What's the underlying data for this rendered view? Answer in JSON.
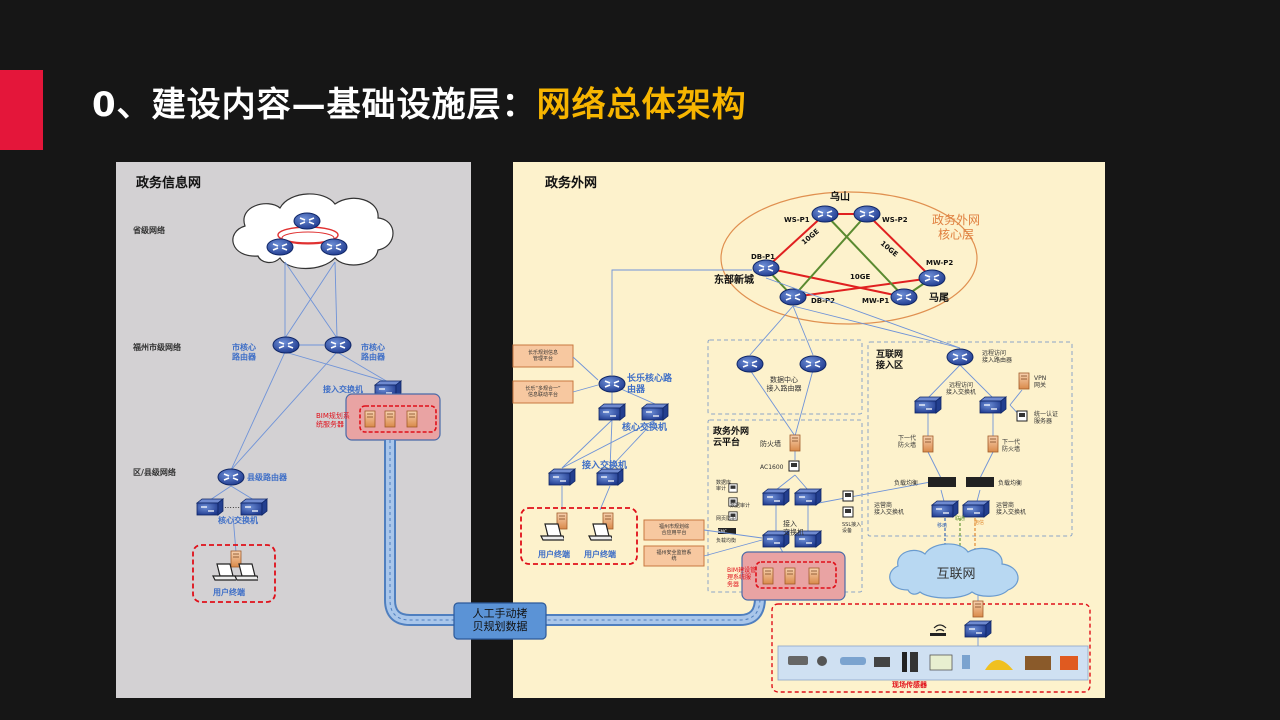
{
  "slide": {
    "title_prefix": "0、建设内容—基础设施层：",
    "title_highlight": "网络总体架构",
    "colors": {
      "accent": "#e4163a",
      "highlight": "#f7b500",
      "background": "#161616",
      "left_panel": "#d3d1d3",
      "right_panel": "#fdf2cc"
    }
  },
  "left": {
    "heading": "政务信息网",
    "level_provincial": "省级网络",
    "level_city": "福州市级网络",
    "level_district": "区/县级网络",
    "city_router_1": "市核心\n路由器",
    "city_router_2": "市核心\n路由器",
    "access_switch": "接入交换机",
    "bim_server": "BIM规划系\n统服务器",
    "county_router": "县级路由器",
    "ellipsis": "……",
    "core_switch": "核心交换机",
    "user_terminal": "用户终端"
  },
  "right": {
    "heading": "政务外网",
    "core_layer": "政务外网\n核心层",
    "site_wushan": "乌山",
    "site_east": "东部新城",
    "site_mawei": "马尾",
    "node_wsp1": "WS-P1",
    "node_wsp2": "WS-P2",
    "node_dbp1": "DB-P1",
    "node_dbp2": "DB-P2",
    "node_mwp1": "MW-P1",
    "node_mwp2": "MW-P2",
    "link_10ge_a": "10GE",
    "link_10ge_b": "10GE",
    "link_10ge_c": "10GE",
    "platform_1": "长乐规划信息\n管理平台",
    "platform_2": "长乐“多规合一”\n信息联动平台",
    "changle_router": "长乐核心路\n由器",
    "changle_core_switch": "核心交换机",
    "changle_access_switch": "接入交换机",
    "user_terminal_1": "用户终端",
    "user_terminal_2": "用户终端",
    "dc_router": "数据中心\n接入路由器",
    "cloud_title": "政务外网\n云平台",
    "firewall": "防火墙",
    "ac1600": "AC1600",
    "audit_1": "数据库\n审计",
    "audit_2": "数据审计",
    "audit_3": "网页防护",
    "vpn_ldap": "负载均衡",
    "emc": "EMC",
    "cloud_access_switch": "接入\n交换机",
    "ssl_device": "SSL接入\n设备",
    "fuzhou_platform_1": "福州市规划综\n合应用平台",
    "fuzhou_platform_2": "福州安全监管系\n统",
    "bim_server": "BIM建设管\n理系统服\n务器",
    "internet_zone": "互联网\n接入区",
    "remote_router": "远程访问\n接入路由器",
    "remote_switch": "远程访问\n接入交换机",
    "vpn_gw": "VPN\n网关",
    "auth_server": "统一认证\n服务器",
    "ngfw_left": "下一代\n防火墙",
    "ngfw_right": "下一代\n防火墙",
    "lb_left": "负载均衡",
    "lb_right": "负载均衡",
    "isp_left": "运营商\n接入交换机",
    "isp_right": "运营商\n接入交换机",
    "mobile": "移动",
    "unicom": "联通",
    "telecom": "电信",
    "internet": "互联网",
    "field_sensor": "现场传感器"
  },
  "bridge": {
    "label": "人工手动拷\n贝规划数据"
  }
}
